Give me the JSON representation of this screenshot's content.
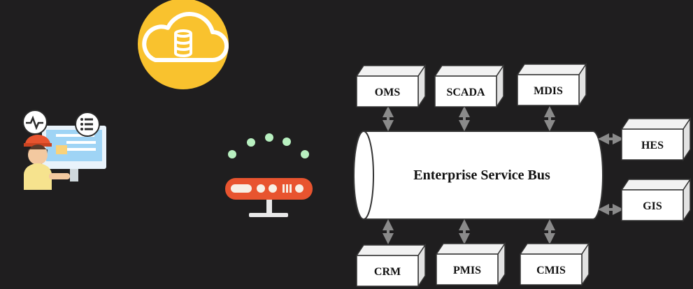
{
  "colors": {
    "background": "#1f1e1f",
    "box_front": "#ffffff",
    "box_side": "#e2e2e2",
    "box_top": "#f2f2f2",
    "arrow": "#8a8a8a",
    "cloud_circle": "#f9c22e",
    "router_body": "#e8542f",
    "signal_dots": "#b8f0c0"
  },
  "icons": {
    "cloud_database": "cloud-database-icon",
    "router": "wifi-router-icon",
    "engineer": "engineer-at-monitor-icon"
  },
  "diagram": {
    "bus_label": "Enterprise Service Bus",
    "top_systems": [
      "OMS",
      "SCADA",
      "MDIS"
    ],
    "bottom_systems": [
      "CRM",
      "PMIS",
      "CMIS"
    ],
    "right_systems": [
      "HES",
      "GIS"
    ]
  }
}
